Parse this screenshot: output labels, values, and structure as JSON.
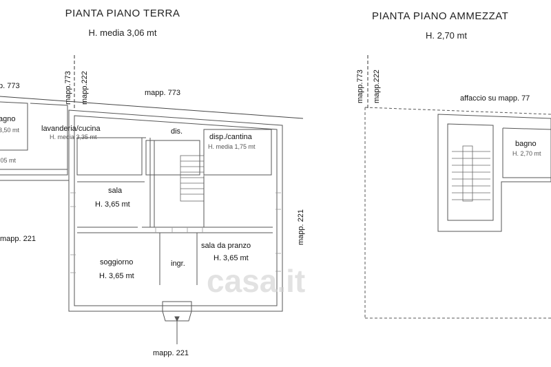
{
  "left": {
    "title": "PIANTA PIANO TERRA",
    "subtitle": "H. media 3,06 mt",
    "labels": {
      "mapp773_left": "p. 773",
      "mapp773_vert": "mapp.773",
      "mapp222_vert": "mapp.222",
      "mapp773_top": "mapp. 773",
      "bagno": "agno",
      "bagno_h": "3,50 mt",
      "left_h": ",05 mt",
      "lavanderia": "lavanderia/cucina",
      "lavanderia_h": "H. media 3,35 mt",
      "dis": "dis.",
      "disp": "disp./cantina",
      "disp_h": "H. media 1,75 mt",
      "sala": "sala",
      "sala_h": "H. 3,65 mt",
      "mapp221_left": "mapp. 221",
      "mapp221_right": "mapp. 221",
      "soggiorno": "soggiorno",
      "soggiorno_h": "H. 3,65 mt",
      "ingr": "ingr.",
      "sala_pranzo": "sala da pranzo",
      "sala_pranzo_h": "H. 3,65 mt",
      "mapp221_bottom": "mapp. 221"
    }
  },
  "right": {
    "title": "PIANTA PIANO AMMEZZAT",
    "subtitle": "H. 2,70 mt",
    "labels": {
      "mapp773_vert": "mapp.773",
      "mapp222_vert": "mapp.222",
      "affaccio": "affaccio su mapp. 77",
      "bagno": "bagno",
      "bagno_h": "H. 2,70 mt"
    }
  },
  "watermark": "casa.it"
}
